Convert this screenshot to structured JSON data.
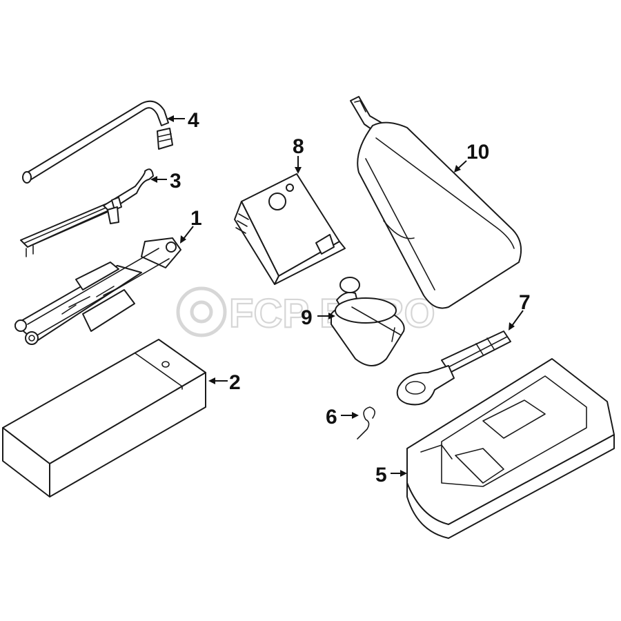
{
  "diagram": {
    "callouts": [
      {
        "id": "1",
        "label": "1"
      },
      {
        "id": "2",
        "label": "2"
      },
      {
        "id": "3",
        "label": "3"
      },
      {
        "id": "4",
        "label": "4"
      },
      {
        "id": "5",
        "label": "5"
      },
      {
        "id": "6",
        "label": "6"
      },
      {
        "id": "7",
        "label": "7"
      },
      {
        "id": "8",
        "label": "8"
      },
      {
        "id": "9",
        "label": "9"
      },
      {
        "id": "10",
        "label": "10"
      }
    ]
  },
  "watermark": {
    "text": "FCP EURO",
    "color": "#c9c9c9"
  },
  "colors": {
    "line": "#1a1a1a",
    "background": "#ffffff"
  }
}
